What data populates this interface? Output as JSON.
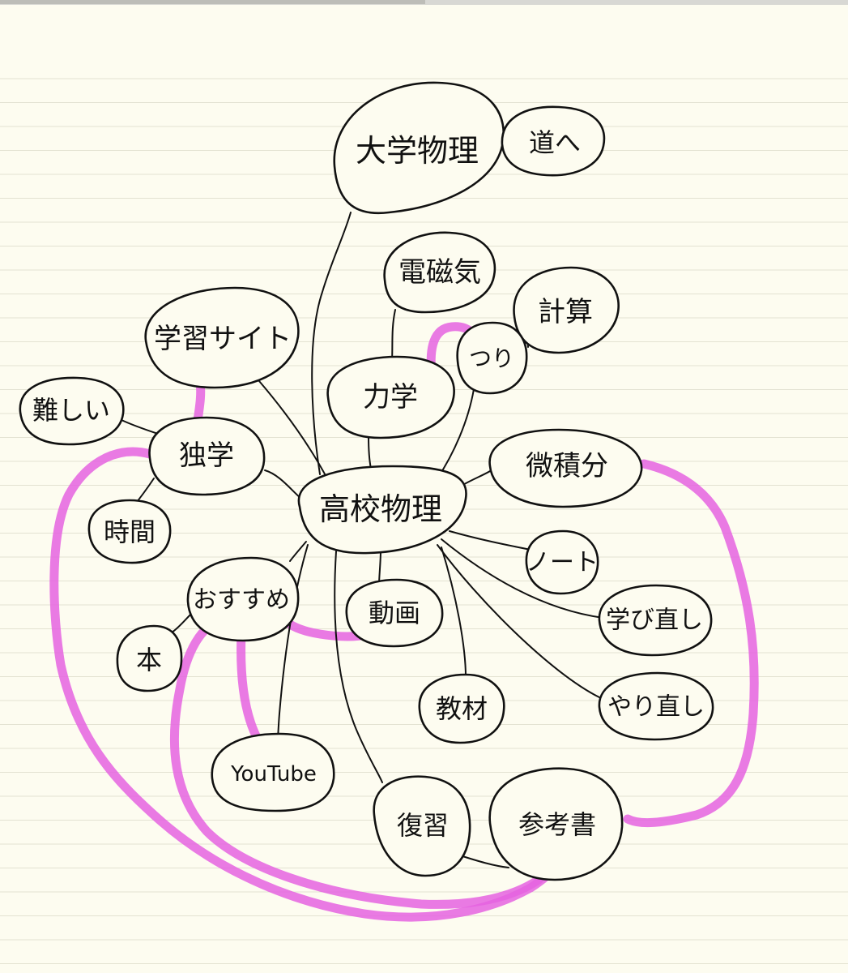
{
  "colors": {
    "paper": "#fdfcf0",
    "ink": "#111111",
    "highlight": "#e563e0"
  },
  "nodes": {
    "center": "高校物理",
    "university_physics": "大学物理",
    "goal": "道へ",
    "electromagnetism": "電磁気",
    "calculation": "計算",
    "tsuri": "つり",
    "mechanics": "力学",
    "study_site": "学習サイト",
    "difficult": "難しい",
    "self_study": "独学",
    "time": "時間",
    "calculus": "微積分",
    "note": "ノート",
    "relearn": "学び直し",
    "redo": "やり直し",
    "recommend": "おすすめ",
    "book": "本",
    "video": "動画",
    "material": "教材",
    "youtube": "YouTube",
    "review": "復習",
    "reference_book": "参考書"
  }
}
